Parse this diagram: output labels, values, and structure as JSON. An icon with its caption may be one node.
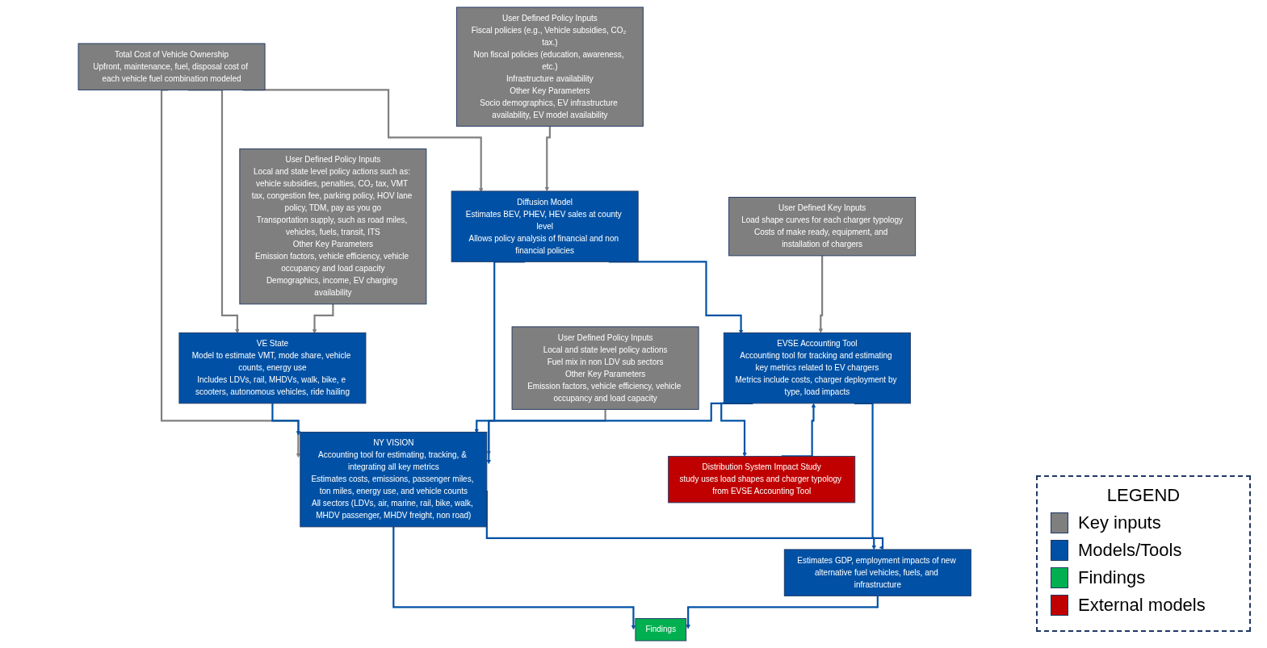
{
  "diagram": {
    "nodes": [
      {
        "text": [
          "Total Cost of Vehicle Ownership",
          "Upfront, maintenance, fuel, disposal cost of each vehicle fuel combination modeled"
        ]
      },
      {
        "text": [
          "User Defined Policy Inputs",
          "Local and state level policy actions such as: vehicle subsidies, penalties, CO₂ tax, VMT tax, congestion fee, parking policy, HOV lane policy, TDM, pay as you go",
          "Transportation supply, such as road miles, vehicles, fuels, transit, ITS",
          "Other Key Parameters",
          "Emission factors, vehicle efficiency, vehicle occupancy and load capacity",
          "Demographics, income, EV charging availability"
        ]
      },
      {
        "text": [
          "VE State",
          "Model to estimate VMT, mode share, vehicle counts, energy use",
          "Includes LDVs, rail, MHDVs, walk, bike, e scooters, autonomous vehicles, ride hailing"
        ]
      },
      {
        "text": [
          "Diffusion Model",
          "Estimates BEV, PHEV, HEV sales at county level",
          "Allows policy analysis of financial and non financial policies"
        ]
      },
      {
        "text": [
          "User Defined Policy Inputs",
          "Fiscal policies (e.g., Vehicle subsidies, CO₂ tax.)",
          "Non fiscal policies (education, awareness, etc.)",
          "Infrastructure availability",
          "Other Key Parameters",
          "Socio demographics, EV infrastructure availability, EV model availability"
        ]
      },
      {
        "text": [
          "NY VISION",
          "Accounting tool for estimating, tracking, & integrating all key metrics",
          "Estimates costs, emissions, passenger miles, ton miles, energy use, and vehicle counts",
          "All sectors (LDVs, air, marine, rail, bike, walk, MHDV passenger, MHDV freight, non road)"
        ]
      },
      {
        "text": [
          "EVSE Accounting Tool",
          "Accounting tool for tracking and estimating key metrics related to EV chargers",
          "Metrics include costs, charger deployment by type, load impacts"
        ]
      },
      {
        "text": [
          "User Defined Key Inputs",
          "Load shape curves for each charger typology",
          "Costs of make ready, equipment, and installation of chargers"
        ]
      },
      {
        "text": [
          "User Defined Policy Inputs",
          "Local and state level policy actions",
          "Fuel mix in non LDV sub sectors",
          "Other Key Parameters",
          "Emission factors, vehicle efficiency, vehicle occupancy and load capacity"
        ]
      },
      {
        "text": [
          "Distribution System Impact Study",
          "study uses load shapes and charger typology from EVSE Accounting Tool"
        ]
      },
      {
        "text": [
          "Estimates GDP, employment impacts of new alternative fuel vehicles, fuels, and infrastructure"
        ]
      },
      {
        "text": [
          "Findings"
        ]
      }
    ],
    "edges": [
      {
        "from": 0,
        "to": 2,
        "arrow": "to",
        "color": "#7f7f7f"
      },
      {
        "from": 0,
        "to": 3,
        "arrow": "to",
        "color": "#7f7f7f"
      },
      {
        "from": 0,
        "to": 5,
        "arrow": "to",
        "color": "#7f7f7f"
      },
      {
        "from": 1,
        "to": 2,
        "arrow": "to",
        "color": "#7f7f7f"
      },
      {
        "from": 4,
        "to": 3,
        "arrow": "to",
        "color": "#7f7f7f"
      },
      {
        "from": 2,
        "to": 5,
        "arrow": "to"
      },
      {
        "from": 3,
        "to": 5,
        "arrow": "to"
      },
      {
        "from": 3,
        "to": 6,
        "arrow": "to"
      },
      {
        "from": 7,
        "to": 6,
        "arrow": "to",
        "color": "#7f7f7f"
      },
      {
        "from": 8,
        "to": 5,
        "arrow": "to",
        "color": "#7f7f7f"
      },
      {
        "from": 9,
        "to": 6,
        "arrow": "to"
      },
      {
        "from": 6,
        "to": 9,
        "arrow": "to"
      },
      {
        "from": 6,
        "to": 5,
        "arrow": "to"
      },
      {
        "from": 6,
        "to": 10,
        "arrow": "to"
      },
      {
        "from": 5,
        "to": 10,
        "arrow": "to"
      },
      {
        "from": 5,
        "to": 11,
        "arrow": "to"
      },
      {
        "from": 10,
        "to": 11,
        "arrow": "to"
      }
    ],
    "labels": [
      "LEGEND"
    ],
    "legend": [
      {
        "text": "Key inputs",
        "color": "#7f7f7f"
      },
      {
        "text": "Models/Tools",
        "color": "#0051a5"
      },
      {
        "text": "Findings",
        "color": "#00b050"
      },
      {
        "text": "External models",
        "color": "#c00000"
      }
    ]
  }
}
